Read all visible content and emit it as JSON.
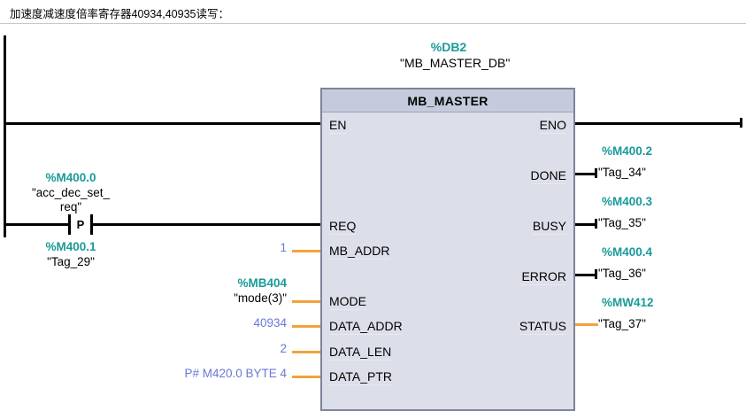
{
  "comment": {
    "text": "加速度减速度倍率寄存器40934,40935读写："
  },
  "block": {
    "db_address": "%DB2",
    "db_name": "\"MB_MASTER_DB\"",
    "title": "MB_MASTER",
    "inputs": [
      {
        "pin": "EN",
        "address": "",
        "tag": "",
        "constant": "",
        "wire": "bool"
      },
      {
        "pin": "REQ",
        "address": "",
        "tag": "",
        "constant": "",
        "wire": "bool"
      },
      {
        "pin": "MB_ADDR",
        "address": "",
        "tag": "",
        "constant": "1",
        "wire": "word"
      },
      {
        "pin": "MODE",
        "address": "%MB404",
        "tag": "\"mode(3)\"",
        "constant": "",
        "wire": "word"
      },
      {
        "pin": "DATA_ADDR",
        "address": "",
        "tag": "",
        "constant": "40934",
        "wire": "word"
      },
      {
        "pin": "DATA_LEN",
        "address": "",
        "tag": "",
        "constant": "2",
        "wire": "word"
      },
      {
        "pin": "DATA_PTR",
        "address": "",
        "tag": "",
        "constant": "P# M420.0 BYTE 4",
        "wire": "word"
      }
    ],
    "outputs": [
      {
        "pin": "ENO",
        "address": "",
        "tag": "",
        "wire": "bool"
      },
      {
        "pin": "DONE",
        "address": "%M400.2",
        "tag": "\"Tag_34\"",
        "wire": "bool"
      },
      {
        "pin": "BUSY",
        "address": "%M400.3",
        "tag": "\"Tag_35\"",
        "wire": "bool"
      },
      {
        "pin": "ERROR",
        "address": "%M400.4",
        "tag": "\"Tag_36\"",
        "wire": "bool"
      },
      {
        "pin": "STATUS",
        "address": "%MW412",
        "tag": "\"Tag_37\"",
        "wire": "word"
      }
    ]
  },
  "rung": {
    "contact": {
      "type": "positive-edge",
      "letter": "P",
      "address_above": "%M400.0",
      "tag_above_line1": "\"acc_dec_set_",
      "tag_above_line2": "req\"",
      "address_below": "%M400.1",
      "tag_below": "\"Tag_29\""
    }
  },
  "colors": {
    "address_teal": "#1a9a9a",
    "constant_blue": "#6a78d8",
    "wire_black": "#000000",
    "wire_orange": "#f2a33c",
    "block_body": "#dcdfea",
    "block_header": "#c5cbdd",
    "block_border": "#7d849b"
  }
}
